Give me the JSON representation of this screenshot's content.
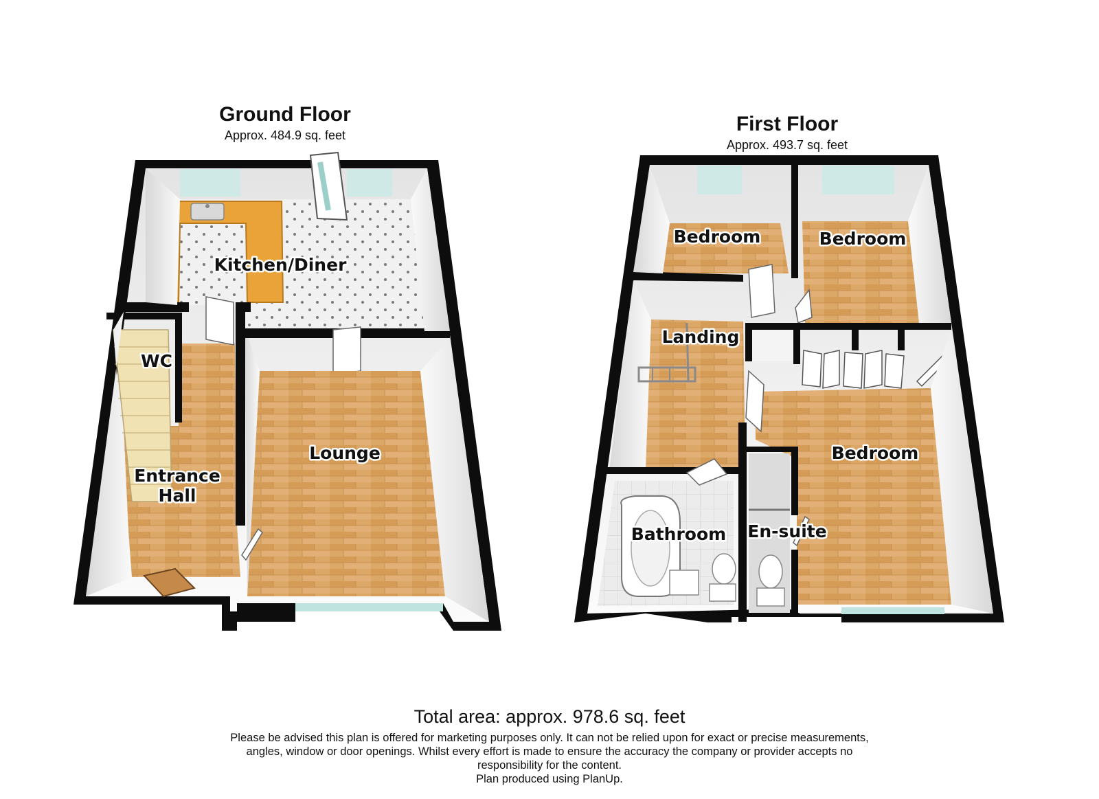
{
  "floors": {
    "ground": {
      "title": "Ground Floor",
      "area": "Approx. 484.9 sq. feet",
      "rooms": {
        "kitchen": "Kitchen/Diner",
        "wc": "WC",
        "entrance_line1": "Entrance",
        "entrance_line2": "Hall",
        "lounge": "Lounge"
      }
    },
    "first": {
      "title": "First Floor",
      "area": "Approx. 493.7 sq. feet",
      "rooms": {
        "bedroom_left": "Bedroom",
        "bedroom_right": "Bedroom",
        "landing": "Landing",
        "bedroom_main": "Bedroom",
        "bathroom": "Bathroom",
        "ensuite": "En-suite"
      }
    }
  },
  "total_area": "Total area: approx. 978.6 sq. feet",
  "disclaimer": {
    "line1": "Please be advised this plan is offered for marketing purposes only. It can not be relied upon for exact or precise measurements,",
    "line2": "angles, window or door openings. Whilst every effort is made to ensure the accuracy the company or provider accepts no",
    "line3": "responsibility for the content.",
    "line4": "Plan produced using PlanUp."
  },
  "colors": {
    "wall": "#0d0d0d",
    "wood_floor": "#d9a564",
    "tile_floor": "#eeeeee",
    "worktop": "#e9a338",
    "window": "#bfe3df"
  }
}
